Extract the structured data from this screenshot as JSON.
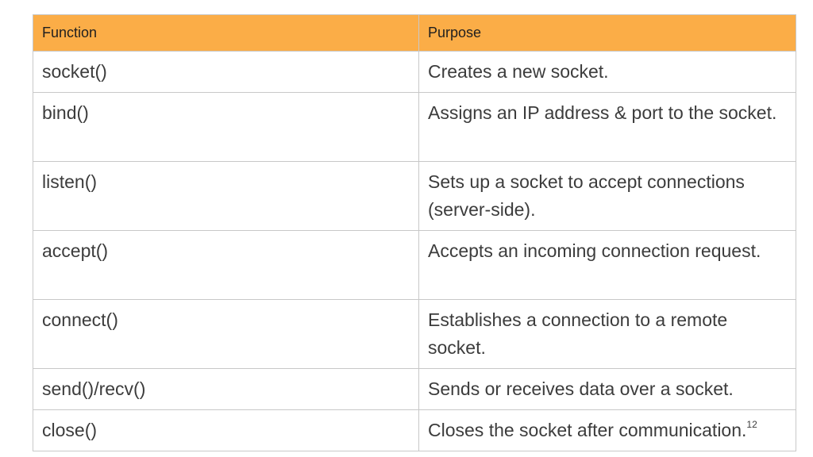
{
  "table": {
    "headers": [
      "Function",
      "Purpose"
    ],
    "rows": [
      {
        "function": "socket()",
        "purpose": "Creates a new socket."
      },
      {
        "function": "bind()",
        "purpose": "Assigns an IP address & port to the socket."
      },
      {
        "function": "listen()",
        "purpose": "Sets up a socket to accept connections (server-side)."
      },
      {
        "function": "accept()",
        "purpose": "Accepts an incoming connection request."
      },
      {
        "function": "connect()",
        "purpose": "Establishes a connection to a remote socket."
      },
      {
        "function": "send()/recv()",
        "purpose": "Sends or receives data over a socket."
      },
      {
        "function": "close()",
        "purpose": "Closes the socket after communication.",
        "footnote": "12"
      }
    ]
  },
  "colors": {
    "header_background": "#fbad47",
    "border": "#c8c8c8",
    "text": "#3c3c3c"
  }
}
